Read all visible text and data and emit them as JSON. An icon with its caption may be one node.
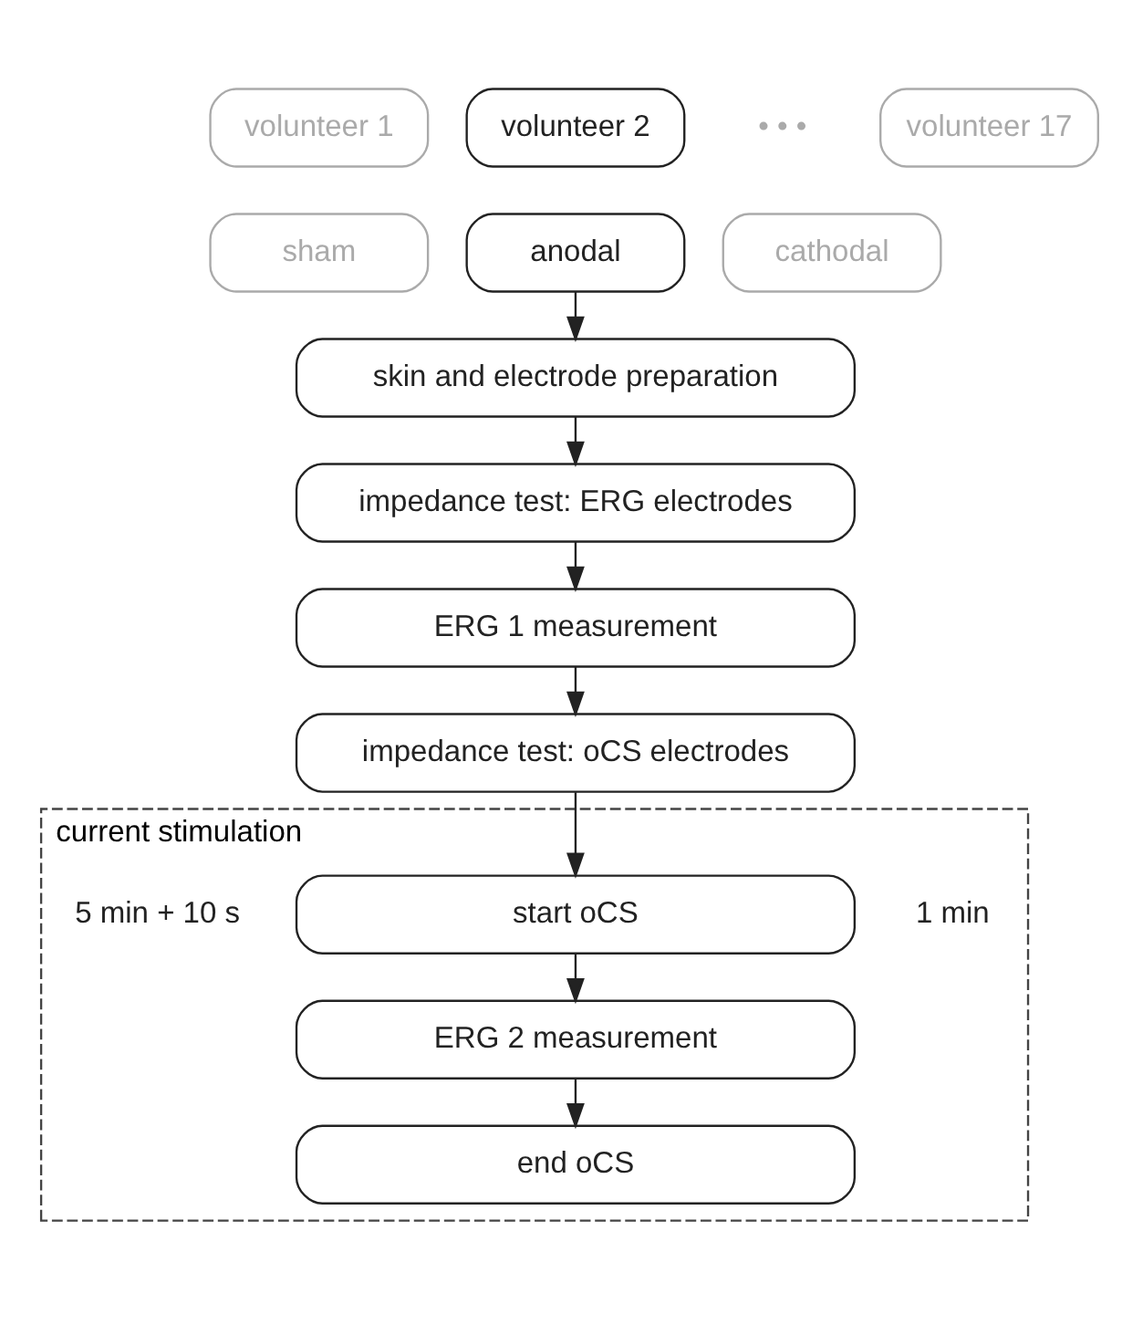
{
  "diagram": {
    "nodes": [
      {
        "text": [
          "volunteer 1"
        ]
      },
      {
        "text": [
          "volunteer 2"
        ]
      },
      {
        "text": [
          "volunteer 17"
        ]
      },
      {
        "text": [
          "sham"
        ]
      },
      {
        "text": [
          "anodal"
        ]
      },
      {
        "text": [
          "cathodal"
        ]
      },
      {
        "text": [
          "skin and electrode preparation"
        ]
      },
      {
        "text": [
          "impedance test: ERG electrodes"
        ]
      },
      {
        "text": [
          "ERG 1 measurement"
        ]
      },
      {
        "text": [
          "impedance test: oCS electrodes"
        ]
      },
      {
        "text": [
          "current stimulation"
        ]
      },
      {
        "text": [
          "start oCS"
        ],
        "in": 10
      },
      {
        "text": [
          "ERG 2 measurement"
        ],
        "in": 10
      },
      {
        "text": [
          "end oCS"
        ],
        "in": 10
      }
    ],
    "edges": [
      {
        "from": 4,
        "to": 6,
        "arrow": "to"
      },
      {
        "from": 6,
        "to": 7,
        "arrow": "to"
      },
      {
        "from": 7,
        "to": 8,
        "arrow": "to"
      },
      {
        "from": 8,
        "to": 9,
        "arrow": "to"
      },
      {
        "from": 9,
        "to": 11,
        "arrow": "to"
      },
      {
        "from": 11,
        "to": 12,
        "arrow": "to"
      },
      {
        "from": 12,
        "to": 13,
        "arrow": "to"
      }
    ],
    "labels": [
      "• • •",
      "1 min",
      "5 min + 10 s"
    ]
  }
}
